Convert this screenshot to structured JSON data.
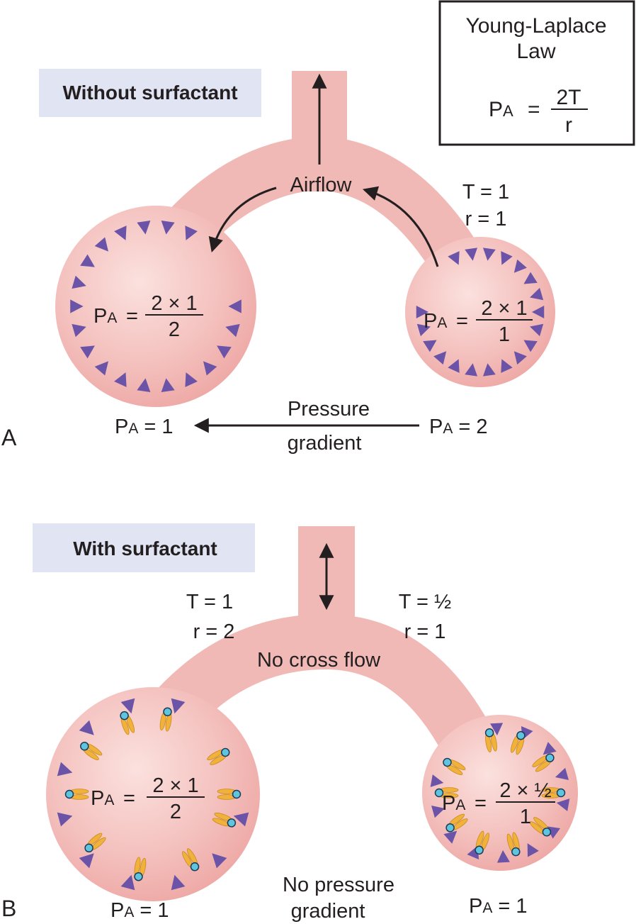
{
  "law_box": {
    "title_line1": "Young-Laplace",
    "title_line2": "Law",
    "p": "P",
    "sub": "A",
    "eq": "=",
    "numerator": "2T",
    "denominator": "r"
  },
  "panel_a": {
    "letter": "A",
    "header": "Without surfactant",
    "airflow": "Airflow",
    "t_label": "T = 1",
    "r_label": "r = 1",
    "left_formula": {
      "p": "P",
      "sub": "A",
      "eq": "=",
      "numerator": "2 × 1",
      "denominator": "2"
    },
    "right_formula": {
      "p": "P",
      "sub": "A",
      "eq": "=",
      "numerator": "2 × 1",
      "denominator": "1"
    },
    "left_pressure": {
      "p": "P",
      "sub": "A",
      "rest": " = 1"
    },
    "right_pressure": {
      "p": "P",
      "sub": "A",
      "rest": " = 2"
    },
    "gradient_line1": "Pressure",
    "gradient_line2": "gradient"
  },
  "panel_b": {
    "letter": "B",
    "header": "With surfactant",
    "left_t": "T = 1",
    "left_r": "r = 2",
    "right_t": "T = ½",
    "right_r": "r = 1",
    "cross_flow": "No cross flow",
    "left_formula": {
      "p": "P",
      "sub": "A",
      "eq": "=",
      "numerator": "2 × 1",
      "denominator": "2"
    },
    "right_formula": {
      "p": "P",
      "sub": "A",
      "eq": "=",
      "numerator": "2 × ½",
      "denominator": "1"
    },
    "left_pressure": {
      "p": "P",
      "sub": "A",
      "rest": " = 1"
    },
    "right_pressure": {
      "p": "P",
      "sub": "A",
      "rest": " = 1"
    },
    "no_gradient_line1": "No pressure",
    "no_gradient_line2": "gradient"
  },
  "colors": {
    "alveolus": "#f2b8b6",
    "alveolus_light": "#f9d6d3",
    "airway": "#f1b9b5",
    "header_bg": "#e1e5f3",
    "triangle": "#6b53a8",
    "surfactant_tail": "#f0b23a",
    "surfactant_head": "#5fc4de",
    "text": "#231f20"
  }
}
